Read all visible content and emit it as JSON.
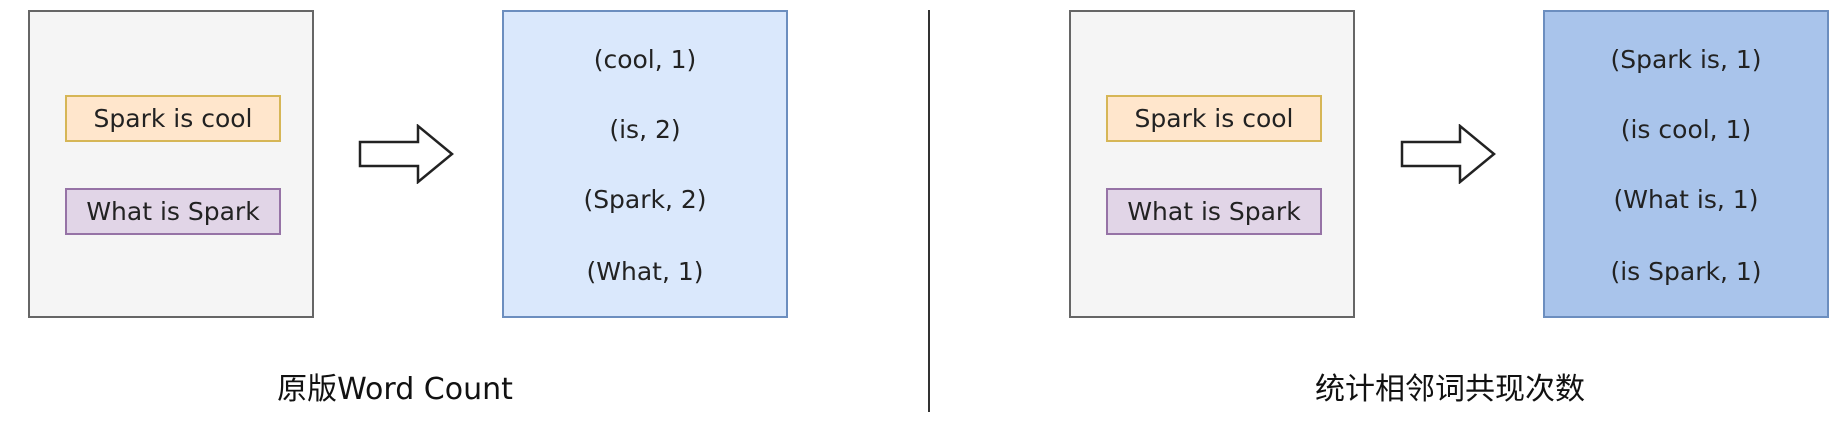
{
  "left": {
    "input_lines": [
      "Spark is cool",
      "What is Spark"
    ],
    "results": [
      "(cool, 1)",
      "(is, 2)",
      "(Spark, 2)",
      "(What, 1)"
    ],
    "caption": "原版Word Count"
  },
  "right": {
    "input_lines": [
      "Spark is cool",
      "What is Spark"
    ],
    "results": [
      "(Spark is, 1)",
      "(is cool, 1)",
      "(What is, 1)",
      "(is Spark, 1)"
    ],
    "caption": "统计相邻词共现次数"
  },
  "colors": {
    "input_panel_fill": "#f5f5f5",
    "input_panel_border": "#666666",
    "line1_fill": "#ffe6cc",
    "line1_border": "#d6b656",
    "line2_fill": "#e1d5e7",
    "line2_border": "#9673a6",
    "left_output_fill": "#dae8fc",
    "right_output_fill": "#a9c4eb",
    "output_border": "#6c8ebf"
  },
  "icons": {
    "arrow": "right-arrow-icon"
  }
}
